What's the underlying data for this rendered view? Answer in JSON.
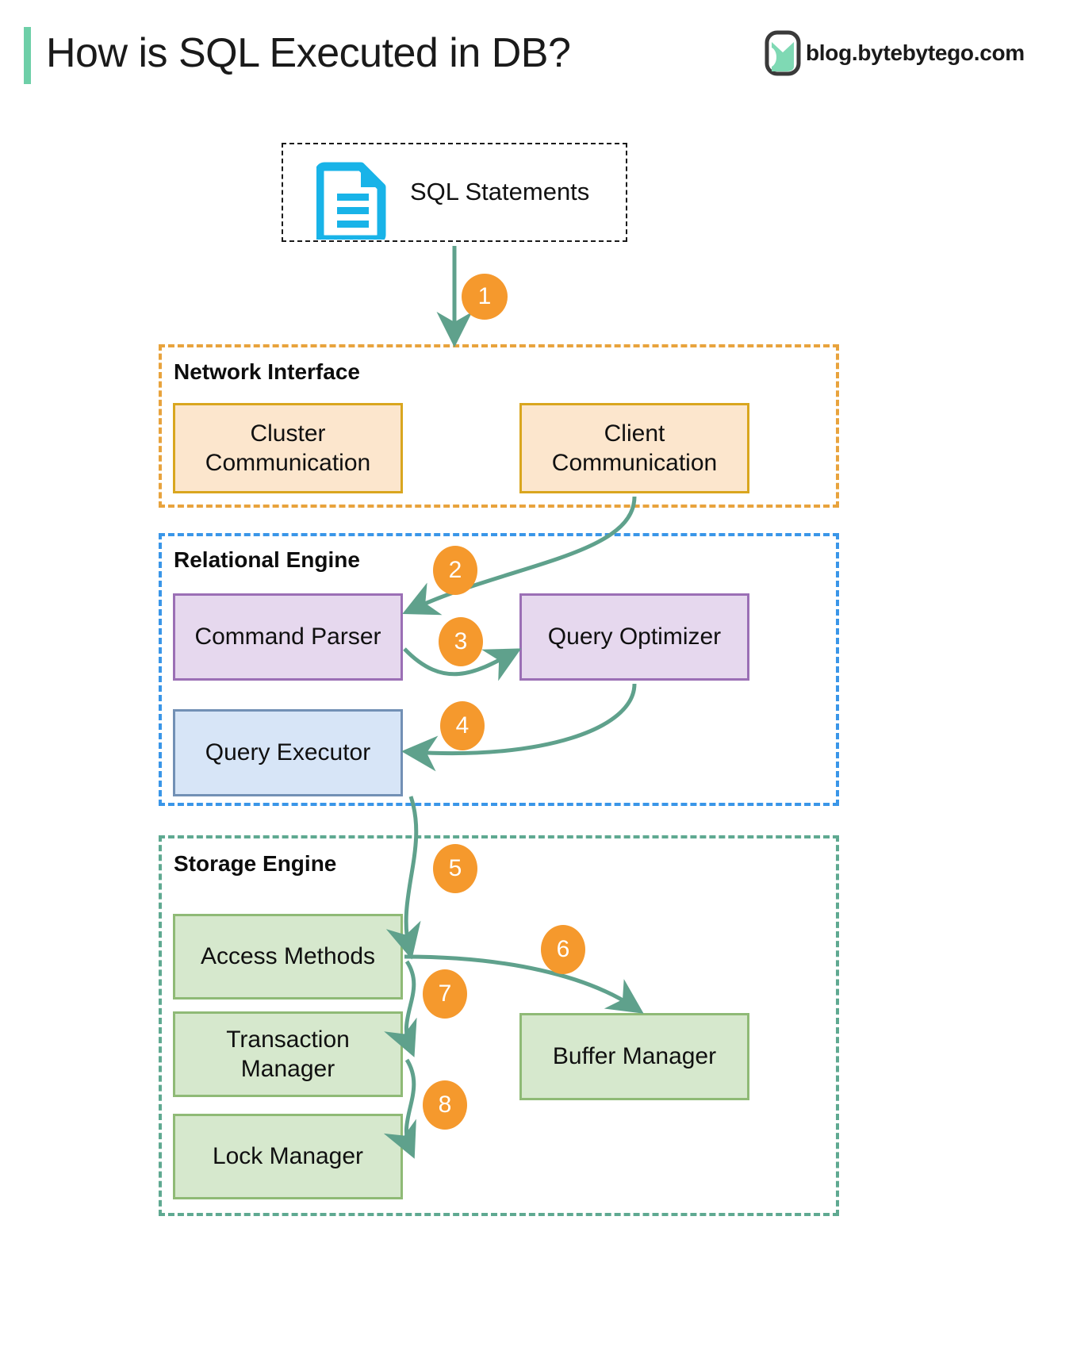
{
  "header": {
    "title": "How is SQL Executed in DB?",
    "accent_color": "#6ecfa8",
    "brand_text": "blog.bytebytego.com",
    "brand_logo_icon": "bytebytego-logo-icon"
  },
  "diagram": {
    "type": "flowchart",
    "input": {
      "label": "SQL Statements",
      "icon": "document-icon",
      "icon_color": "#18b3e8",
      "border_style": "dashed",
      "border_color": "#1a1a1a"
    },
    "groups": [
      {
        "id": "network-interface",
        "label": "Network Interface",
        "border_color": "#e8a33d",
        "node_fill": "#fce6cd",
        "node_border": "#d9a61f",
        "nodes": [
          {
            "id": "cluster-communication",
            "label": "Cluster\nCommunication",
            "line1": "Cluster",
            "line2": "Communication"
          },
          {
            "id": "client-communication",
            "label": "Client\nCommunication",
            "line1": "Client",
            "line2": "Communication"
          }
        ]
      },
      {
        "id": "relational-engine",
        "label": "Relational Engine",
        "border_color": "#3a96e8",
        "nodes": [
          {
            "id": "command-parser",
            "label": "Command Parser",
            "fill": "#e6d8ee",
            "border": "#9b6fb5"
          },
          {
            "id": "query-optimizer",
            "label": "Query Optimizer",
            "fill": "#e6d8ee",
            "border": "#9b6fb5"
          },
          {
            "id": "query-executor",
            "label": "Query Executor",
            "fill": "#d7e5f7",
            "border": "#7290b5"
          }
        ]
      },
      {
        "id": "storage-engine",
        "label": "Storage Engine",
        "border_color": "#5fa991",
        "node_fill": "#d6e8cd",
        "node_border": "#8fba76",
        "nodes": [
          {
            "id": "access-methods",
            "label": "Access Methods"
          },
          {
            "id": "transaction-manager",
            "label": "Transaction\nManager",
            "line1": "Transaction",
            "line2": "Manager"
          },
          {
            "id": "lock-manager",
            "label": "Lock Manager"
          },
          {
            "id": "buffer-manager",
            "label": "Buffer Manager"
          }
        ]
      }
    ],
    "steps": [
      {
        "n": "1",
        "from": "sql-statements",
        "to": "network-interface"
      },
      {
        "n": "2",
        "from": "client-communication",
        "to": "command-parser"
      },
      {
        "n": "3",
        "from": "command-parser",
        "to": "query-optimizer"
      },
      {
        "n": "4",
        "from": "query-optimizer",
        "to": "query-executor"
      },
      {
        "n": "5",
        "from": "query-executor",
        "to": "access-methods"
      },
      {
        "n": "6",
        "from": "access-methods",
        "to": "buffer-manager"
      },
      {
        "n": "7",
        "from": "access-methods",
        "to": "transaction-manager"
      },
      {
        "n": "8",
        "from": "transaction-manager",
        "to": "lock-manager"
      }
    ],
    "arrow_color": "#5fa18c",
    "badge_color": "#f5992d"
  }
}
